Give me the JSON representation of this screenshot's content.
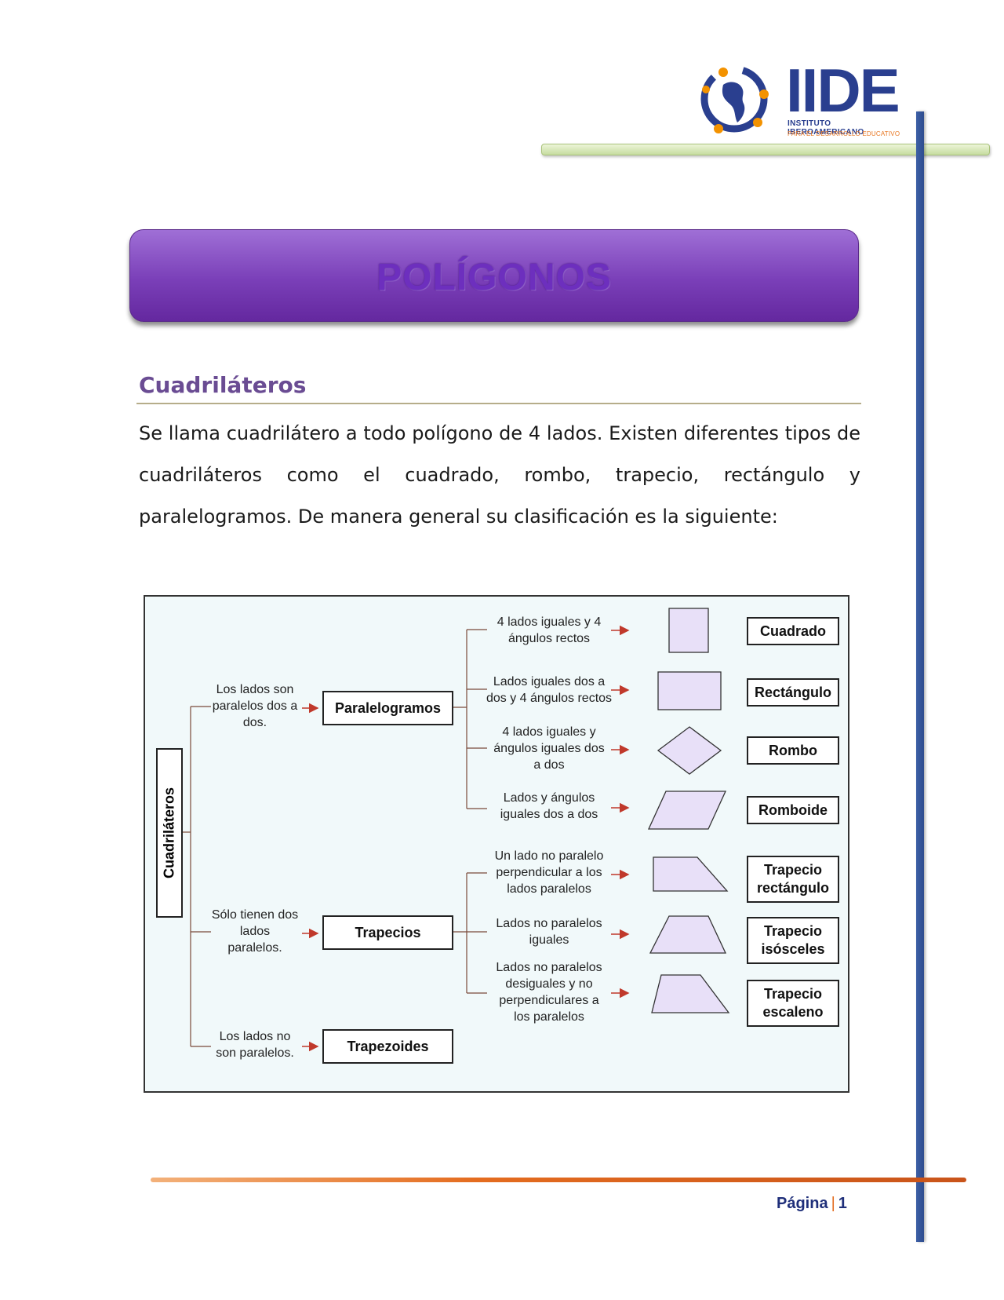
{
  "header": {
    "logo_text": "IIDE",
    "logo_sub1": "INSTITUTO IBEROAMERICANO",
    "logo_sub2": "PARA EL DESARROLLO EDUCATIVO"
  },
  "banner": {
    "title": "POLÍGONOS"
  },
  "section": {
    "heading": "Cuadriláteros",
    "paragraph": "Se llama cuadrilátero a todo polígono de 4 lados. Existen diferentes tipos de cuadriláteros como el cuadrado, rombo, trapecio, rectángulo y paralelogramos. De manera general su clasificación es la siguiente:"
  },
  "diagram": {
    "root": "Cuadriláteros",
    "groups": [
      {
        "condition": "Los lados son paralelos dos a dos.",
        "name": "Paralelogramos"
      },
      {
        "condition": "Sólo tienen dos lados paralelos.",
        "name": "Trapecios"
      },
      {
        "condition": "Los lados no son paralelos.",
        "name": "Trapezoides"
      }
    ],
    "types": [
      {
        "description": "4 lados iguales y 4 ángulos rectos",
        "name": "Cuadrado",
        "shape": "square"
      },
      {
        "description": "Lados iguales dos a dos y 4 ángulos rectos",
        "name": "Rectángulo",
        "shape": "rectangle"
      },
      {
        "description": "4 lados iguales y ángulos iguales dos a dos",
        "name": "Rombo",
        "shape": "rhombus"
      },
      {
        "description": "Lados y ángulos iguales dos a dos",
        "name": "Romboide",
        "shape": "rhomboid"
      },
      {
        "description": "Un lado no paralelo perpendicular a los lados paralelos",
        "name": "Trapecio rectángulo",
        "shape": "right-trapezoid"
      },
      {
        "description": "Lados no paralelos iguales",
        "name": "Trapecio isósceles",
        "shape": "isosceles-trapezoid"
      },
      {
        "description": "Lados no paralelos desiguales y no perpendiculares a los paralelos",
        "name": "Trapecio escaleno",
        "shape": "scalene-trapezoid"
      }
    ],
    "colors": {
      "shape_fill": "#e8e0f8",
      "arrow": "#c0392b"
    }
  },
  "footer": {
    "page_label": "Página",
    "page_number": "1"
  }
}
